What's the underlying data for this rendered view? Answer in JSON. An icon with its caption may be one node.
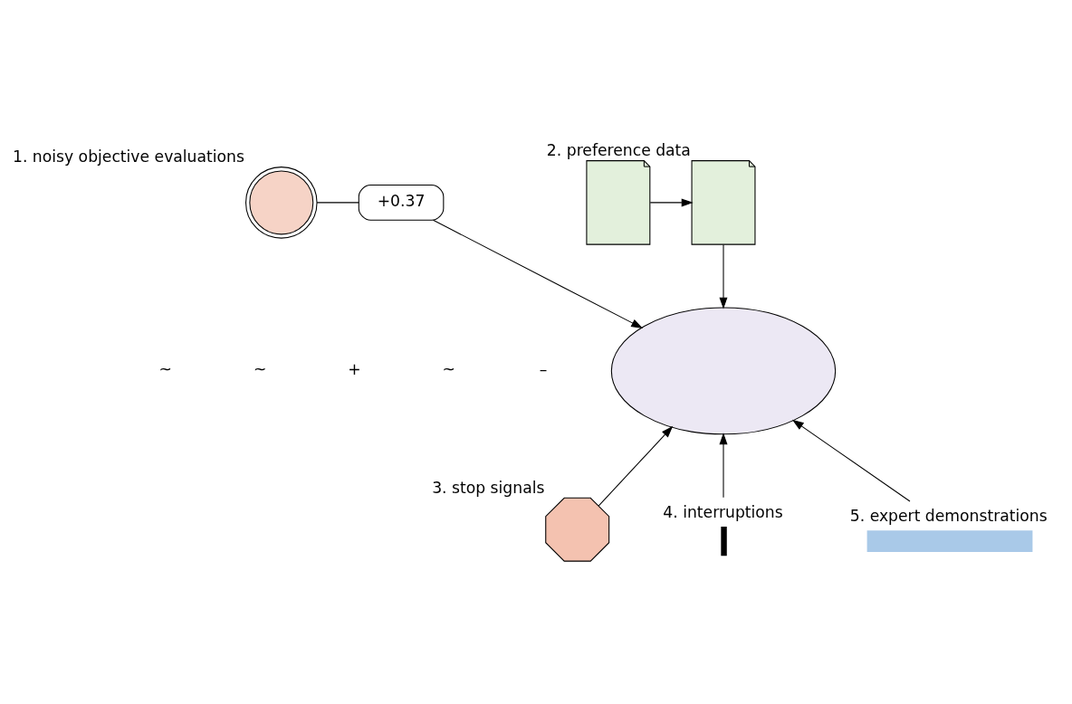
{
  "diagram": {
    "nodes": [
      {
        "text": [],
        "shape": "circle",
        "beside": [
          "1. noisy objective evaluations"
        ]
      },
      {
        "text": [
          "+0.37"
        ]
      },
      {
        "text": [],
        "shape": "cloud"
      },
      {
        "text": [],
        "shape": "card",
        "beside": [
          "2. preference data"
        ]
      },
      {
        "text": [],
        "shape": "card"
      },
      {
        "text": [],
        "shape": "octagon",
        "beside": [
          "3. stop signals"
        ]
      },
      {
        "text": [],
        "shape": "bar",
        "beside": [
          "4. interruptions"
        ]
      },
      {
        "text": [],
        "shape": "trajectory",
        "beside": [
          "5. expert demonstrations"
        ]
      }
    ],
    "edges": [
      {
        "from": 0,
        "to": 1,
        "arrow": "none"
      },
      {
        "from": 1,
        "to": 2,
        "arrow": "to"
      },
      {
        "from": 4,
        "to": 3,
        "arrow": "to"
      },
      {
        "from": 3,
        "to": 2,
        "arrow": "to"
      },
      {
        "from": 5,
        "to": 2,
        "arrow": "to"
      },
      {
        "from": 6,
        "to": 2,
        "arrow": "to"
      },
      {
        "from": 7,
        "to": 2,
        "arrow": "to"
      }
    ],
    "labels": [
      "~",
      "~",
      "+",
      "~",
      "–"
    ]
  }
}
